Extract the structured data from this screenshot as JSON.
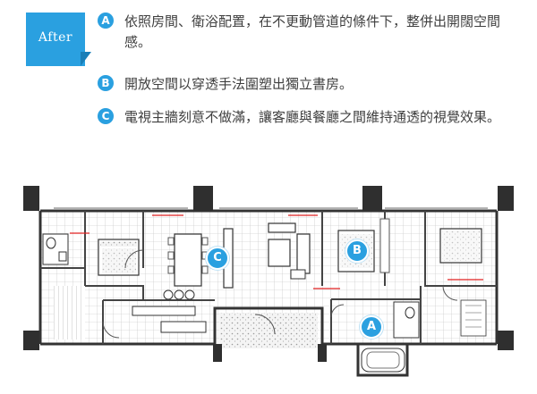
{
  "badge": {
    "label": "After"
  },
  "notes": [
    {
      "marker": "A",
      "text": "依照房間、衛浴配置，在不更動管道的條件下，整併出開闊空間感。"
    },
    {
      "marker": "B",
      "text": "開放空間以穿透手法圍塑出獨立書房。"
    },
    {
      "marker": "C",
      "text": "電視主牆刻意不做滿，讓客廳與餐廳之間維持通透的視覺效果。"
    }
  ],
  "plan_markers": [
    {
      "label": "A"
    },
    {
      "label": "B"
    },
    {
      "label": "C"
    }
  ],
  "colors": {
    "accent": "#2aa0e0",
    "wall": "#333333",
    "annotation": "#e02020"
  }
}
